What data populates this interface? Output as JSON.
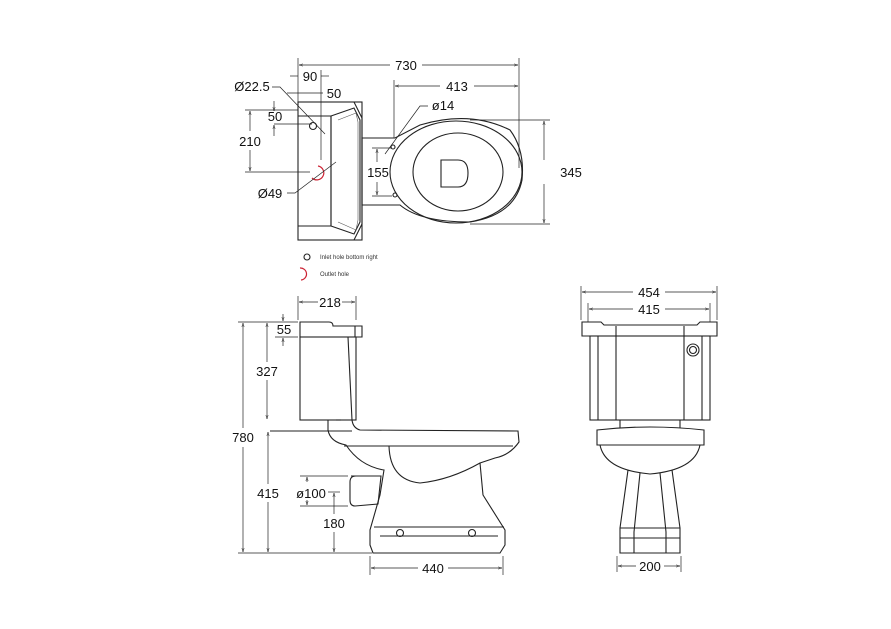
{
  "colors": {
    "line": "#222222",
    "outlet": "#cc2233"
  },
  "top_view": {
    "overall_length": "730",
    "tank_offset": "90",
    "inlet_offset": "50",
    "inlet_diameter": "Ø22.5",
    "bowl_length": "413",
    "fixing_diameter": "ø14",
    "inlet_from_back": "50",
    "outlet_from_back": "210",
    "fixing_spacing": "155",
    "bowl_width": "345",
    "outlet_diameter": "Ø49"
  },
  "legend": {
    "inlet": "Inlet hole bottom right",
    "outlet": "Outlet hole"
  },
  "side_view": {
    "tank_depth": "218",
    "lid_height": "55",
    "tank_height": "327",
    "overall_height": "780",
    "seat_height": "415",
    "outlet_diameter": "ø100",
    "outlet_height": "180",
    "base_length": "440"
  },
  "front_view": {
    "lid_width": "454",
    "tank_width": "415",
    "pedestal_width": "200"
  }
}
